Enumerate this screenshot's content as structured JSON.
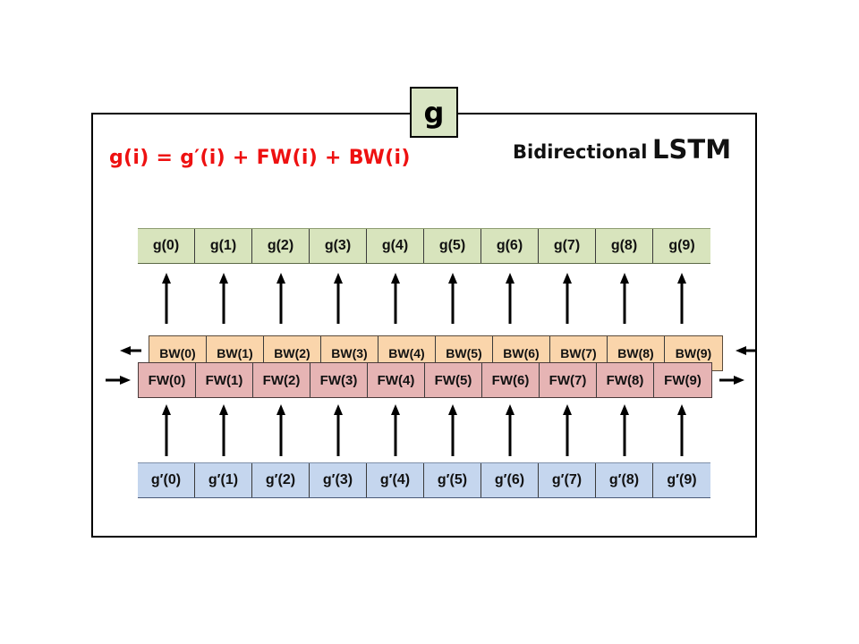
{
  "top_box_label": "g",
  "formula": "g(i) = g′(i) + FW(i) + BW(i)",
  "title_part1": "Bidirectional",
  "title_part2": "LSTM",
  "g_cells": [
    "g(0)",
    "g(1)",
    "g(2)",
    "g(3)",
    "g(4)",
    "g(5)",
    "g(6)",
    "g(7)",
    "g(8)",
    "g(9)"
  ],
  "bw_cells": [
    "BW(0)",
    "BW(1)",
    "BW(2)",
    "BW(3)",
    "BW(4)",
    "BW(5)",
    "BW(6)",
    "BW(7)",
    "BW(8)",
    "BW(9)"
  ],
  "fw_cells": [
    "FW(0)",
    "FW(1)",
    "FW(2)",
    "FW(3)",
    "FW(4)",
    "FW(5)",
    "FW(6)",
    "FW(7)",
    "FW(8)",
    "FW(9)"
  ],
  "gprime_cells": [
    "g′(0)",
    "g′(1)",
    "g′(2)",
    "g′(3)",
    "g′(4)",
    "g′(5)",
    "g′(6)",
    "g′(7)",
    "g′(8)",
    "g′(9)"
  ],
  "colors": {
    "formula": "#ee1111",
    "g_row": "#d8e4bd",
    "bw_row": "#fad5ab",
    "fw_row": "#e6b4b4",
    "gprime_row": "#c5d6ee",
    "top_box": "#d9e5c4"
  }
}
